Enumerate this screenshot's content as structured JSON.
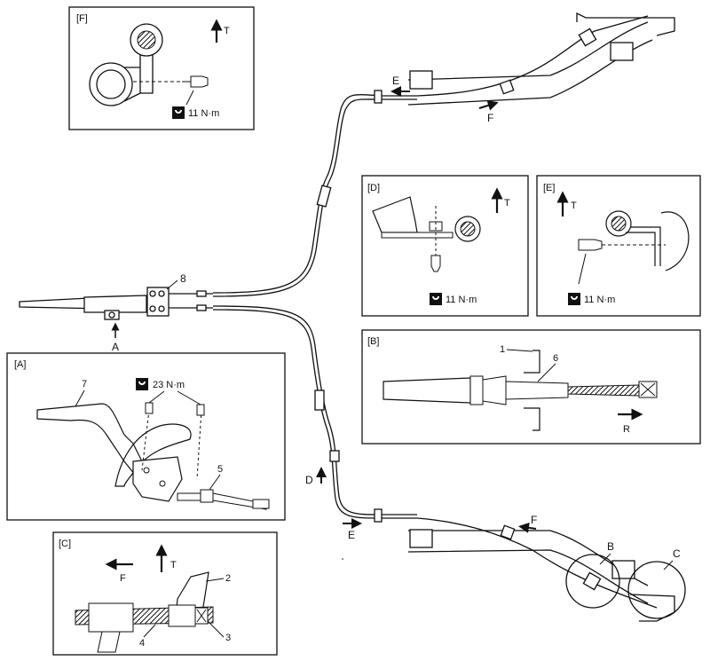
{
  "insets": {
    "F": {
      "tag": "[F]",
      "arrow": "T",
      "torque": "11 N·m"
    },
    "D": {
      "tag": "[D]",
      "arrow": "T",
      "torque": "11 N·m"
    },
    "E": {
      "tag": "[E]",
      "arrow": "T",
      "torque": "11 N·m"
    },
    "B": {
      "tag": "[B]",
      "part1": "1",
      "part6": "6",
      "arrow": "R"
    },
    "A": {
      "tag": "[A]",
      "part7": "7",
      "part5": "5",
      "torque": "23 N·m"
    },
    "C": {
      "tag": "[C]",
      "arrowF": "F",
      "arrowT": "T",
      "part2": "2",
      "part3": "3",
      "part4": "4"
    }
  },
  "main": {
    "part8": "8",
    "viewA": "A",
    "arrowE_top": "E",
    "arrowF_top": "F",
    "arrowD": "D",
    "arrowE_bottom": "E",
    "arrowF_bottom": "F",
    "calloutB": "B",
    "calloutC": "C"
  },
  "icons": [
    "wrench-torque-icon",
    "arrow-up-icon",
    "arrow-left-icon",
    "arrow-right-icon"
  ]
}
